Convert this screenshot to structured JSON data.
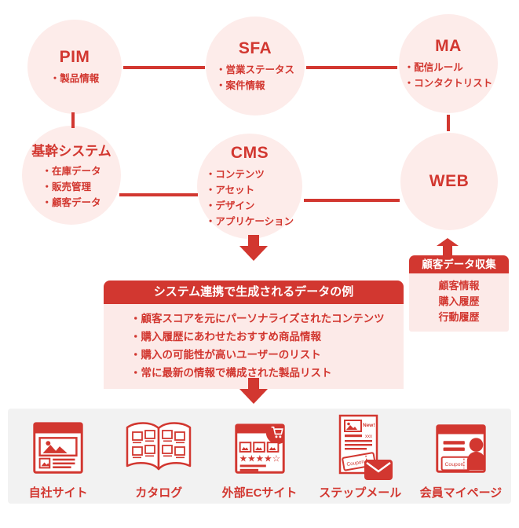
{
  "colors": {
    "accent_red": "#d23730",
    "circle_pink": "#fdecea",
    "box_pink": "#fceae8",
    "band_gray": "#f2f2f2",
    "white": "#ffffff"
  },
  "nodes": {
    "pim": {
      "title": "PIM",
      "items": [
        "製品情報"
      ]
    },
    "sfa": {
      "title": "SFA",
      "items": [
        "営業ステータス",
        "案件情報"
      ]
    },
    "ma": {
      "title": "MA",
      "items": [
        "配信ルール",
        "コンタクトリスト"
      ]
    },
    "kikan": {
      "title": "基幹システム",
      "items": [
        "在庫データ",
        "販売管理",
        "顧客データ"
      ]
    },
    "cms": {
      "title": "CMS",
      "items": [
        "コンテンツ",
        "アセット",
        "デザイン",
        "アプリケーション"
      ]
    },
    "web": {
      "title": "WEB",
      "items": []
    }
  },
  "generated_box": {
    "title": "システム連携で生成されるデータの例",
    "items": [
      "顧客スコアを元にパーソナライズされたコンテンツ",
      "購入履歴にあわせたおすすめ商品情報",
      "購入の可能性が高いユーザーのリスト",
      "常に最新の情報で構成された製品リスト"
    ]
  },
  "collection_box": {
    "title": "顧客データ収集",
    "items": [
      "顧客情報",
      "購入履歴",
      "行動履歴"
    ]
  },
  "channels": [
    {
      "label": "自社サイト",
      "icon": "website-icon"
    },
    {
      "label": "カタログ",
      "icon": "catalog-icon"
    },
    {
      "label": "外部ECサイト",
      "icon": "ec-site-icon"
    },
    {
      "label": "ステップメール",
      "icon": "step-mail-icon"
    },
    {
      "label": "会員マイページ",
      "icon": "member-page-icon"
    }
  ],
  "icon_texts": {
    "coupon": "Coupon",
    "new": "New!",
    "xxx": "xxx",
    "stars": "★★★★☆"
  }
}
